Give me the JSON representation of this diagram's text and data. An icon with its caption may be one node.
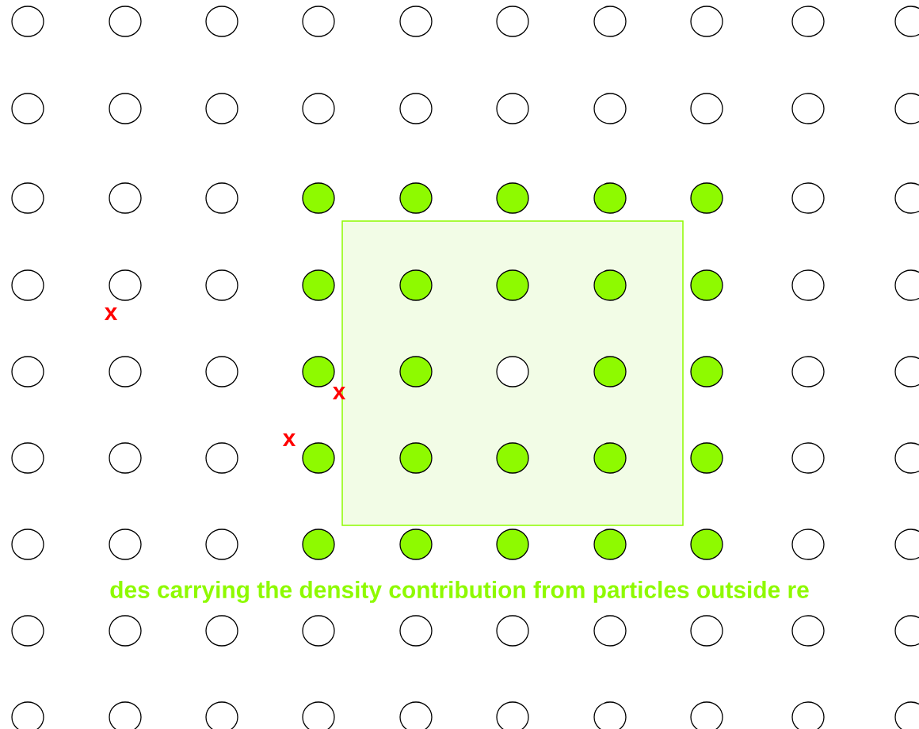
{
  "diagram": {
    "labels": [
      "x",
      "x",
      "x",
      "des carrying the density contribution from particles outside re"
    ]
  }
}
